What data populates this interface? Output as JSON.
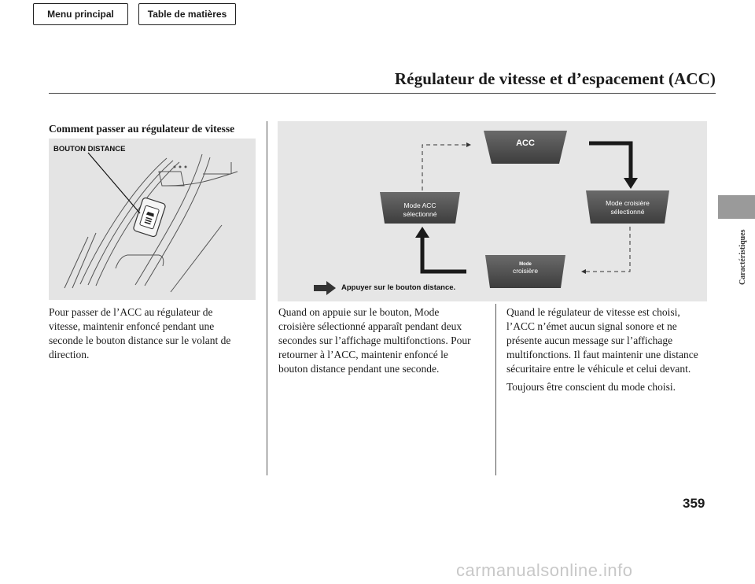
{
  "nav": {
    "menu_label": "Menu principal",
    "toc_label": "Table de matières"
  },
  "page": {
    "title": "Régulateur de vitesse et d’espacement (ACC)",
    "side_label": "Caractéristiques",
    "number": "359",
    "watermark": "carmanualsonline.info"
  },
  "left_column": {
    "heading": "Comment passer au régulateur de vitesse",
    "figure_label": "BOUTON DISTANCE",
    "paragraph": [
      "Pour passer de l’ACC au régulateur de",
      "vitesse, maintenir enfoncé pendant une",
      "seconde le bouton distance sur le volant de",
      "direction."
    ]
  },
  "diagram": {
    "top_box": "ACC",
    "left_box_line1": "Mode ACC",
    "left_box_line2": "sélectionné",
    "right_box_line1": "Mode croisière",
    "right_box_line2": "sélectionné",
    "bottom_box_line1": "Mode",
    "bottom_box_line2": "croisière",
    "legend": "Appuyer sur le bouton distance."
  },
  "middle_column": {
    "paragraph": [
      "Quand on appuie sur le bouton, Mode",
      "croisière sélectionné apparaît pendant deux",
      "secondes sur l’affichage multifonctions. Pour",
      "retourner à l’ACC, maintenir enfoncé le",
      "bouton distance pendant une seconde."
    ]
  },
  "right_column": {
    "paragraph1": [
      "Quand le régulateur de vitesse est choisi,",
      "l’ACC n’émet aucun signal sonore et ne",
      "présente aucun message sur l’affichage",
      "multifonctions. Il faut maintenir une distance",
      "sécuritaire entre le véhicule et celui devant."
    ],
    "paragraph2": "Toujours être conscient du mode choisi."
  }
}
